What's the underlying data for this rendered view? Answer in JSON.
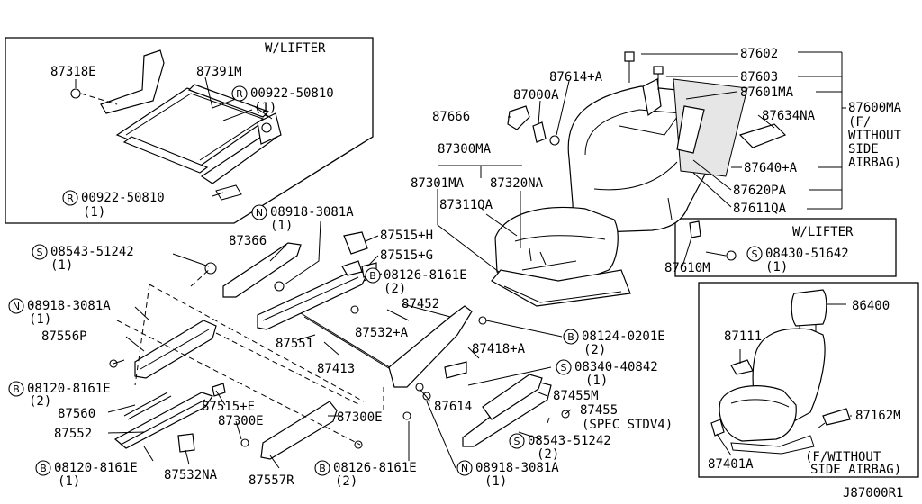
{
  "diagram_code": "J87000R1",
  "boxes": {
    "lifter_top": "W/LIFTER",
    "lifter_right": "W/LIFTER",
    "without_airbag_bottom": [
      "(F/WITHOUT",
      "SIDE AIRBAG)"
    ]
  },
  "parts": {
    "p87318E": "87318E",
    "p87391M": "87391M",
    "r00922_1": "00922-50810",
    "r00922_1_qty": "(1)",
    "r00922_2": "00922-50810",
    "r00922_2_qty": "(1)",
    "p87602": "87602",
    "p87603": "87603",
    "p87601MA": "87601MA",
    "p87600MA": "87600MA",
    "p87600MA_note": [
      "(F/",
      "WITHOUT",
      "SIDE",
      "AIRBAG)"
    ],
    "p87614A": "87614+A",
    "p87000A": "87000A",
    "p87666": "87666",
    "p87634NA": "87634NA",
    "p87640A": "87640+A",
    "p87620PA": "87620PA",
    "p87611QA": "87611QA",
    "p87300MA": "87300MA",
    "p87301MA": "87301MA",
    "p87320NA": "87320NA",
    "p87311QA": "87311QA",
    "n08918_top": "08918-3081A",
    "n08918_top_qty": "(1)",
    "p87515H": "87515+H",
    "p87515G": "87515+G",
    "s08543_top": "08543-51242",
    "s08543_top_qty": "(1)",
    "p87366": "87366",
    "b08126_top": "08126-8161E",
    "b08126_top_qty": "(2)",
    "p87452": "87452",
    "n08918_left": "08918-3081A",
    "n08918_left_qty": "(1)",
    "p87532A": "87532+A",
    "p87551": "87551",
    "b08124": "08124-0201E",
    "b08124_qty": "(2)",
    "p87556P": "87556P",
    "p87418A": "87418+A",
    "p87413": "87413",
    "s08340": "08340-40842",
    "s08340_qty": "(1)",
    "b08120_top": "08120-8161E",
    "b08120_top_qty": "(2)",
    "p87455M": "87455M",
    "p87560": "87560",
    "p87515E": "87515+E",
    "p87614": "87614",
    "p87455": "87455",
    "p87455_note": "(SPEC STDV4)",
    "p87300E_a": "87300E",
    "p87300E_b": "87300E",
    "p87552": "87552",
    "s08543_bot": "08543-51242",
    "s08543_bot_qty": "(2)",
    "b08120_bot": "08120-8161E",
    "b08120_bot_qty": "(1)",
    "p87532NA": "87532NA",
    "p87557R": "87557R",
    "b08126_bot": "08126-8161E",
    "b08126_bot_qty": "(2)",
    "n08918_bot": "08918-3081A",
    "n08918_bot_qty": "(1)",
    "p87610M": "87610M",
    "s08430": "08430-51642",
    "s08430_qty": "(1)",
    "p86400": "86400",
    "p87111": "87111",
    "p87162M": "87162M",
    "p87401A": "87401A"
  },
  "prefix_letters": {
    "R": "R",
    "N": "N",
    "S": "S",
    "B": "B"
  }
}
